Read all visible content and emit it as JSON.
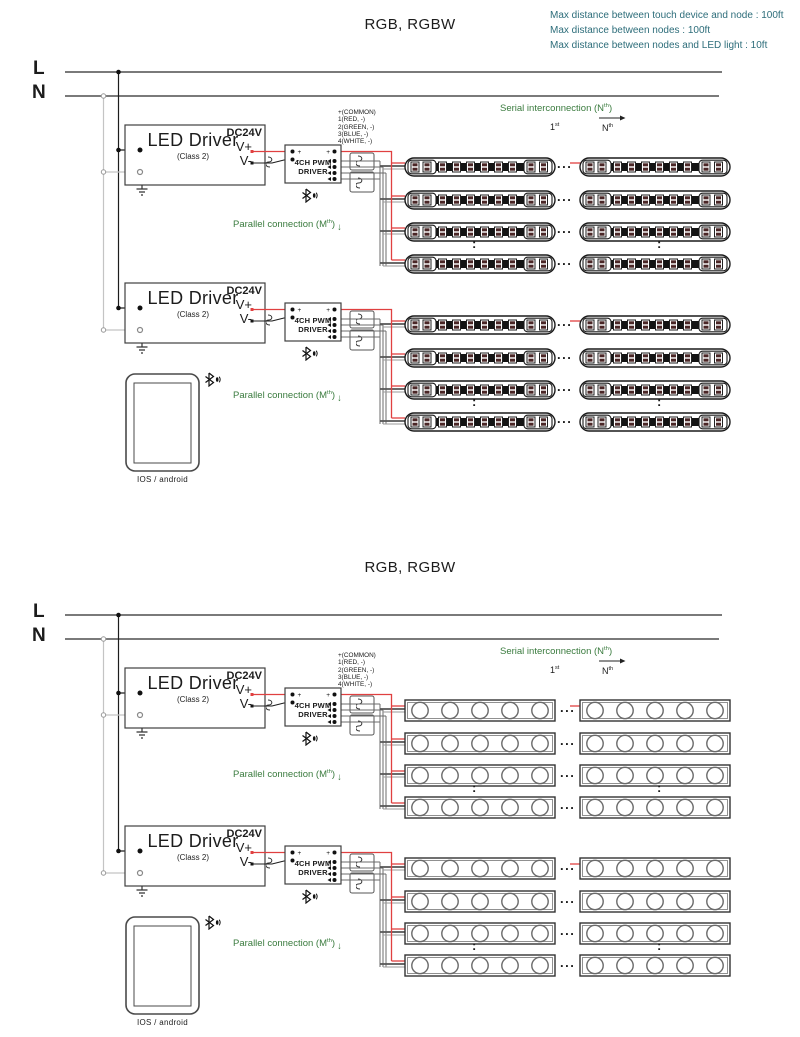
{
  "notes": {
    "line1": "Max distance between touch device and node : 100ft",
    "line2": "Max distance between nodes : 100ft",
    "line3": "Max distance between nodes and LED light : 10ft"
  },
  "diagram": {
    "title": "RGB, RGBW",
    "power": {
      "l": "L",
      "n": "N"
    },
    "led_driver": {
      "name": "LED Driver",
      "class_label": "(Class 2)",
      "voltage": "DC24V",
      "v_plus": "V+",
      "v_minus": "V-"
    },
    "pwm_driver": {
      "name_line1": "4CH PWM",
      "name_line2": "DRIVER",
      "plus": "+",
      "minus": "-"
    },
    "wire_labels": [
      "+(COMMON)",
      "1(RED, -)",
      "2(GREEN, -)",
      "3(BLUE, -)",
      "4(WHITE, -)"
    ],
    "serial": {
      "prefix": "Serial interconnection (N",
      "sup": "th",
      "suffix": ")"
    },
    "first": {
      "base": "1",
      "sup": "st"
    },
    "nth": {
      "base": "N",
      "sup": "th"
    },
    "parallel": {
      "prefix": "Parallel connection (M",
      "sup": "th",
      "suffix": ")",
      "arrow": "↓"
    },
    "device_label": "IOS / android",
    "ellipsis_h": "...",
    "ellipsis_v": ":"
  },
  "colors": {
    "wire_red": "#e04040",
    "annotation_green": "#3a7b3e",
    "note_teal": "#2d6d7a",
    "wire_black": "#1c1c1c",
    "wire_gray": "#6b6b6b"
  }
}
